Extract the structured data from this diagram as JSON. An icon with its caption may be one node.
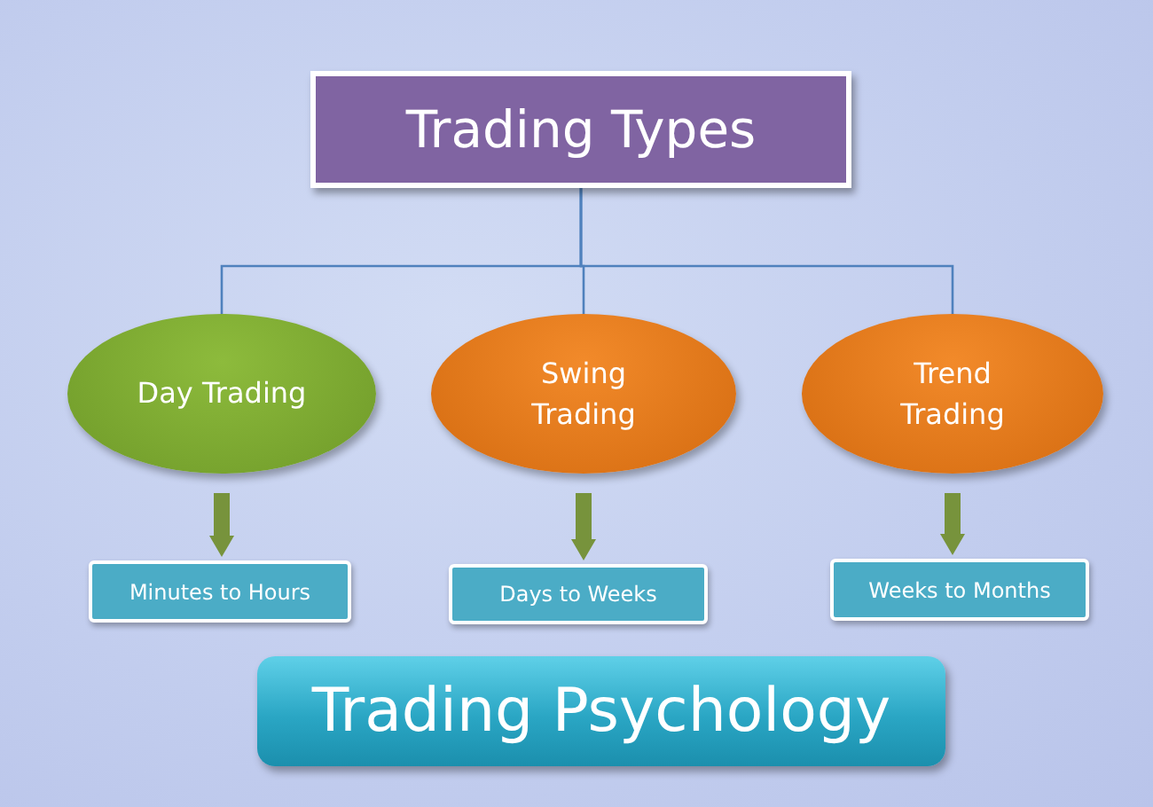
{
  "diagram": {
    "nodes": [
      {
        "text": [
          "Trading Types"
        ]
      },
      {
        "text": [
          "Day Trading"
        ]
      },
      {
        "text": [
          "Swing Trading"
        ]
      },
      {
        "text": [
          "Trend Trading"
        ]
      },
      {
        "text": [
          "Minutes to Hours"
        ]
      },
      {
        "text": [
          "Days to Weeks"
        ]
      },
      {
        "text": [
          "Weeks to Months"
        ]
      },
      {
        "text": [
          "Trading Psychology"
        ]
      }
    ],
    "edges": [
      {
        "from": 0,
        "to": 1,
        "arrow": "none"
      },
      {
        "from": 0,
        "to": 2,
        "arrow": "none"
      },
      {
        "from": 0,
        "to": 3,
        "arrow": "none"
      },
      {
        "from": 1,
        "to": 4,
        "arrow": "to",
        "style": "thick",
        "color": "#77933c"
      },
      {
        "from": 2,
        "to": 5,
        "arrow": "to",
        "style": "thick",
        "color": "#77933c"
      },
      {
        "from": 3,
        "to": 6,
        "arrow": "to",
        "style": "thick",
        "color": "#77933c"
      }
    ]
  }
}
